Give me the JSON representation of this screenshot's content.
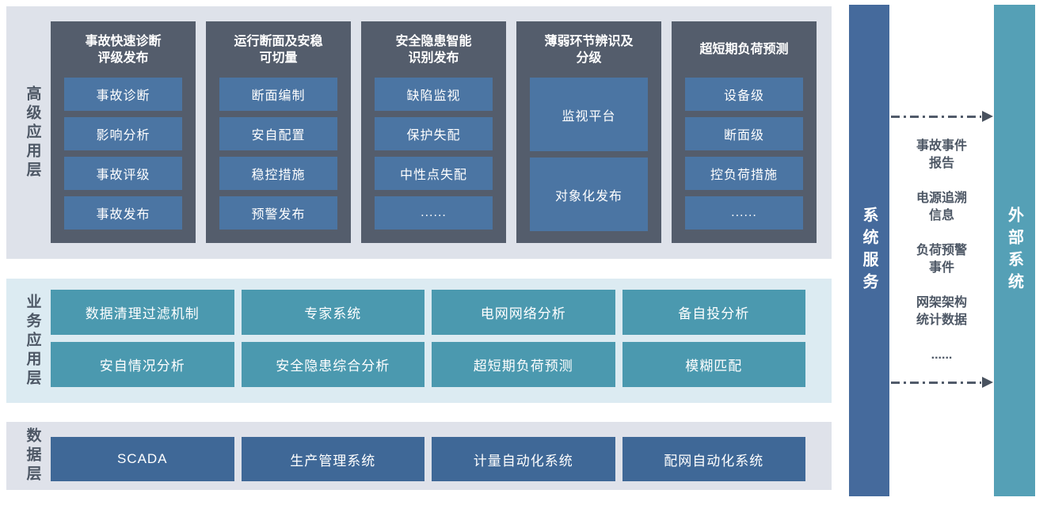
{
  "layers": {
    "advanced": {
      "label": "高级应用层",
      "panels": [
        {
          "title": "事故快速诊断\n评级发布",
          "items": [
            "事故诊断",
            "影响分析",
            "事故评级",
            "事故发布"
          ]
        },
        {
          "title": "运行断面及安稳\n可切量",
          "items": [
            "断面编制",
            "安自配置",
            "稳控措施",
            "预警发布"
          ]
        },
        {
          "title": "安全隐患智能\n识别发布",
          "items": [
            "缺陷监视",
            "保护失配",
            "中性点失配",
            "......"
          ]
        },
        {
          "title": "薄弱环节辨识及\n分级",
          "items": [
            "监视平台",
            "对象化发布"
          ]
        },
        {
          "title": "超短期负荷预测",
          "items": [
            "设备级",
            "断面级",
            "控负荷措施",
            "......"
          ]
        }
      ]
    },
    "business": {
      "label": "业务应用层",
      "buttons": [
        "数据清理过滤机制",
        "专家系统",
        "电网网络分析",
        "备自投分析",
        "安自情况分析",
        "安全隐患综合分析",
        "超短期负荷预测",
        "模糊匹配"
      ]
    },
    "data": {
      "label": "数据层",
      "buttons": [
        "SCADA",
        "生产管理系统",
        "计量自动化系统",
        "配网自动化系统"
      ]
    }
  },
  "system_service_bar": {
    "label": "系统服务"
  },
  "external_system_bar": {
    "label": "外部系统"
  },
  "exchange": {
    "items": [
      "事故事件\n报告",
      "电源追溯\n信息",
      "负荷预警\n事件",
      "网架架构\n统计数据",
      "......"
    ]
  },
  "colors": {
    "advanced_section_bg": "#dee2ea",
    "business_section_bg": "#dcebf2",
    "data_section_bg": "#dfe2ea",
    "panel_bg": "#545d6c",
    "panel_item_bg": "#4b75a3",
    "business_button_bg": "#4b99af",
    "data_button_bg": "#3f6897",
    "system_bar_bg": "#456a9c",
    "external_bar_bg": "#55a0b6",
    "label_text": "#4d5765",
    "arrow": "#515b6a"
  }
}
